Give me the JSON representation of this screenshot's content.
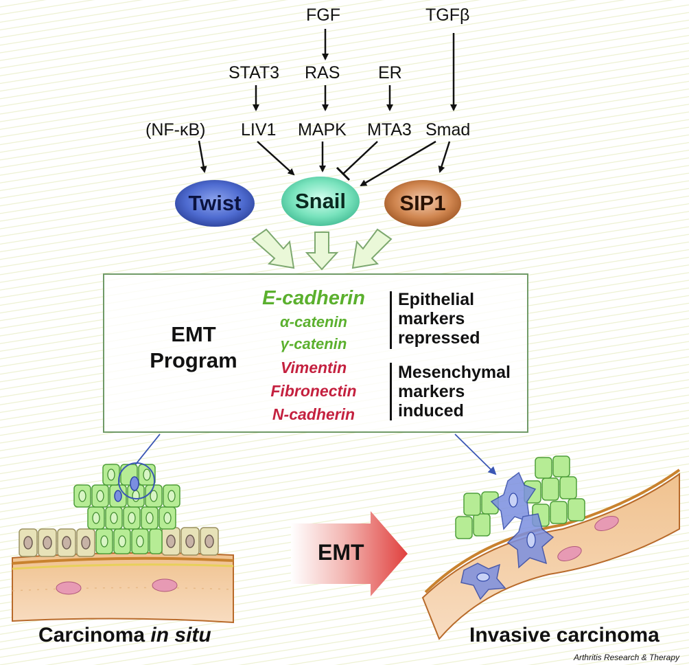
{
  "upstream": {
    "fgf": "FGF",
    "tgfb": "TGFβ",
    "stat3": "STAT3",
    "ras": "RAS",
    "er": "ER",
    "nfkb": "(NF-κB)",
    "liv1": "LIV1",
    "mapk": "MAPK",
    "mta3": "MTA3",
    "smad": "Smad"
  },
  "factors": {
    "twist": "Twist",
    "snail": "Snail",
    "sip1": "SIP1"
  },
  "emt_box": {
    "title_line1": "EMT",
    "title_line2": "Program",
    "epithelial_markers": [
      "E-cadherin",
      "α-catenin",
      "γ-catenin"
    ],
    "mesenchymal_markers": [
      "Vimentin",
      "Fibronectin",
      "N-cadherin"
    ],
    "epithelial_note": [
      "Epithelial",
      "markers",
      "repressed"
    ],
    "mesenchymal_note": [
      "Mesenchymal",
      "markers",
      "induced"
    ]
  },
  "transition_label": "EMT",
  "captions": {
    "left_prefix": "Carcinoma ",
    "left_italic": "in situ",
    "right": "Invasive carcinoma"
  },
  "credit": "Arthritis Research & Therapy",
  "colors": {
    "twist": "#3a56b0",
    "snail": "#5fd0a8",
    "sip1": "#b0612a",
    "epithelial_text": "#5bb02e",
    "mesenchymal_text": "#c4213f",
    "box_border": "#6f9a66",
    "emt_arrow": "#e0504f"
  }
}
